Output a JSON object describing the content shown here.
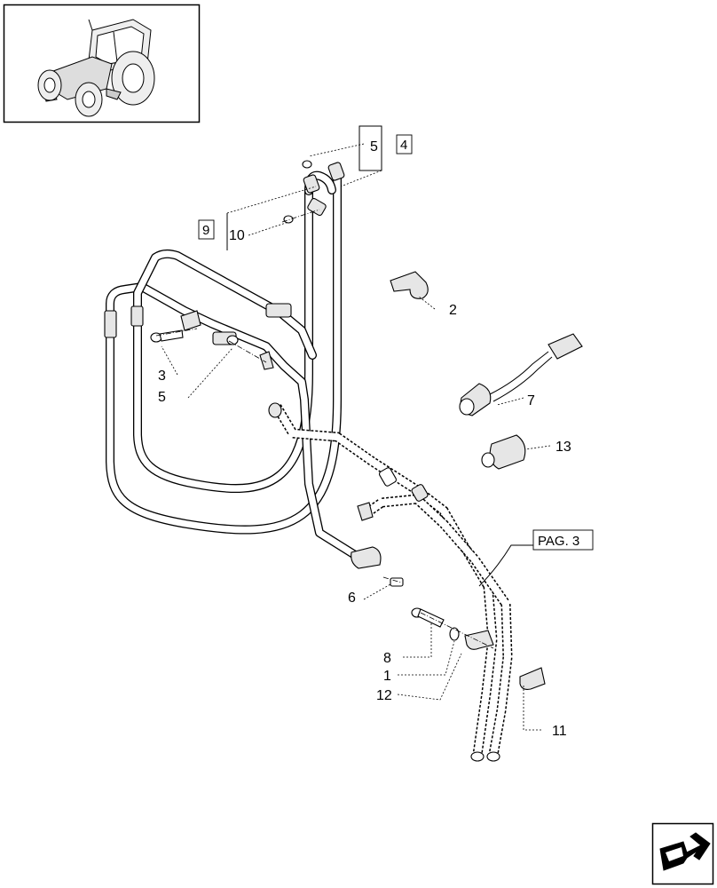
{
  "callouts": {
    "c1": "1",
    "c2": "2",
    "c3": "3",
    "c4": "4",
    "c5_top": "5",
    "c5_left": "5",
    "c6": "6",
    "c7": "7",
    "c8": "8",
    "c9": "9",
    "c10": "10",
    "c11": "11",
    "c12": "12",
    "c13": "13"
  },
  "page_reference": "PAG. 3",
  "icons": {
    "thumbnail": "tractor-thumbnail-icon",
    "navigation": "next-page-arrow-icon"
  }
}
